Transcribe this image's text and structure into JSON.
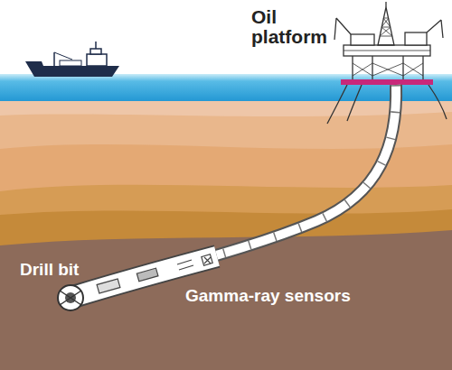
{
  "diagram": {
    "labels": [
      "Oil platform",
      "Drill bit",
      "Gamma-ray sensors"
    ]
  }
}
